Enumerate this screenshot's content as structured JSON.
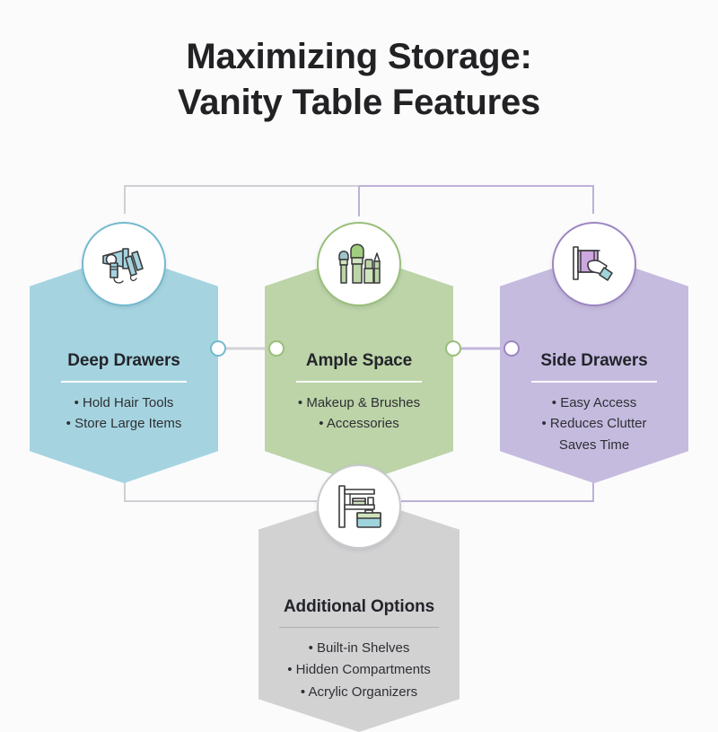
{
  "title": {
    "line1": "Maximizing Storage:",
    "line2": "Vanity Table Features"
  },
  "theme": {
    "background": "#fbfbfc",
    "title_color": "#222225",
    "blue": "#a5d4e0",
    "green": "#bcd4a8",
    "purple": "#c5bbdf",
    "gray": "#d2d2d3",
    "blue_border": "#73b9ce",
    "green_border": "#98bf79",
    "purple_border": "#9d85c2",
    "gray_border": "#c9c9cd",
    "connector_gray": "#cfcfd4",
    "connector_purple": "#bdb1d8"
  },
  "cards": [
    {
      "id": "deep-drawers",
      "heading": "Deep Drawers",
      "color": "#a5d4e0",
      "icon": "hair-dryer-icon",
      "items": [
        {
          "text": "Hold Hair Tools",
          "bullet": true
        },
        {
          "text": "Store Large Items",
          "bullet": true
        }
      ]
    },
    {
      "id": "ample-space",
      "heading": "Ample Space",
      "color": "#bcd4a8",
      "icon": "makeup-brushes-icon",
      "items": [
        {
          "text": "Makeup & Brushes",
          "bullet": true
        },
        {
          "text": "Accessories",
          "bullet": true
        }
      ]
    },
    {
      "id": "side-drawers",
      "heading": "Side Drawers",
      "color": "#c5bbdf",
      "icon": "hand-pulling-drawer-icon",
      "items": [
        {
          "text": "Easy Access",
          "bullet": true
        },
        {
          "text": "Reduces Clutter",
          "bullet": true
        },
        {
          "text": "Saves Time",
          "bullet": false
        }
      ]
    },
    {
      "id": "additional-options",
      "heading": "Additional Options",
      "color": "#d2d2d3",
      "icon": "shelf-storage-icon",
      "items": [
        {
          "text": "Built-in Shelves",
          "bullet": true
        },
        {
          "text": "Hidden Compartments",
          "bullet": true
        },
        {
          "text": "Acrylic Organizers",
          "bullet": true
        }
      ]
    }
  ]
}
